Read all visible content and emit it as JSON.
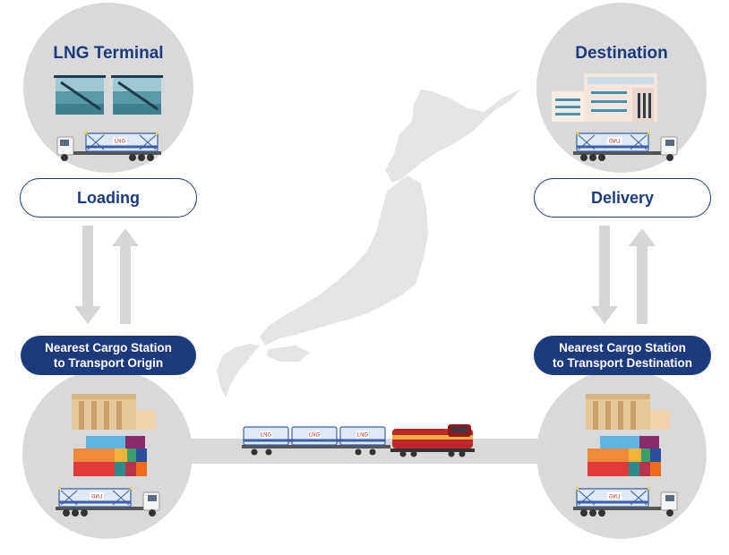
{
  "top_left": {
    "title": "LNG Terminal",
    "action": "Loading"
  },
  "top_right": {
    "title": "Destination",
    "action": "Delivery"
  },
  "bottom_left": {
    "line1": "Nearest Cargo Station",
    "line2": "to Transport Origin"
  },
  "bottom_right": {
    "line1": "Nearest Cargo Station",
    "line2": "to Transport Destination"
  },
  "tank_label": "LNG",
  "colors": {
    "navy": "#1c3b7f",
    "circle": "#d9d9d9",
    "map": "#e4e4e4",
    "arrow": "#d6d6d6"
  }
}
